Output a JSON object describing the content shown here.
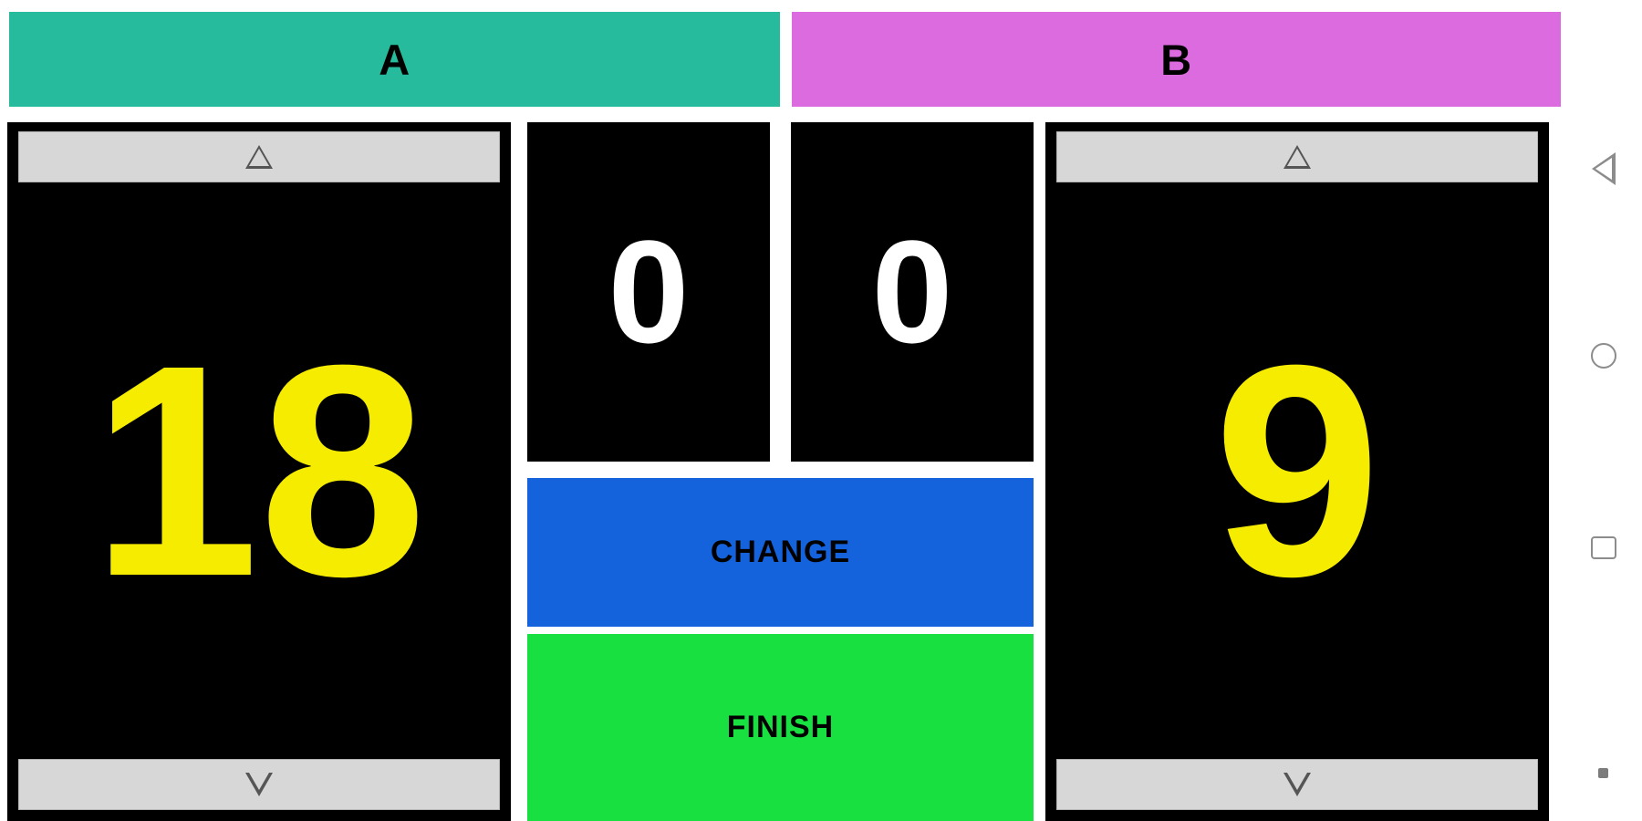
{
  "app": {
    "orientation": "landscape",
    "background_color": "#ffffff"
  },
  "teams": {
    "a": {
      "name": "A",
      "header_color": "#26bb9c",
      "score": "18",
      "score_color": "#f5ec00",
      "increment_icon": "triangle-up-icon",
      "decrement_icon": "triangle-down-icon"
    },
    "b": {
      "name": "B",
      "header_color": "#dd6be0",
      "score": "9",
      "score_color": "#f5ec00",
      "increment_icon": "triangle-up-icon",
      "decrement_icon": "triangle-down-icon"
    }
  },
  "sets": {
    "a_sets": "0",
    "b_sets": "0",
    "value_color": "#ffffff",
    "background_color": "#000000"
  },
  "actions": {
    "change": {
      "label": "CHANGE",
      "color": "#1562dd",
      "text_color": "#000000"
    },
    "finish": {
      "label": "FINISH",
      "color": "#18e040",
      "text_color": "#000000"
    }
  },
  "navigation_bar": {
    "back": "back-icon",
    "home": "home-icon",
    "recents": "recents-icon",
    "dot": "dot-indicator-icon",
    "icon_color": "#8c8c8c"
  }
}
